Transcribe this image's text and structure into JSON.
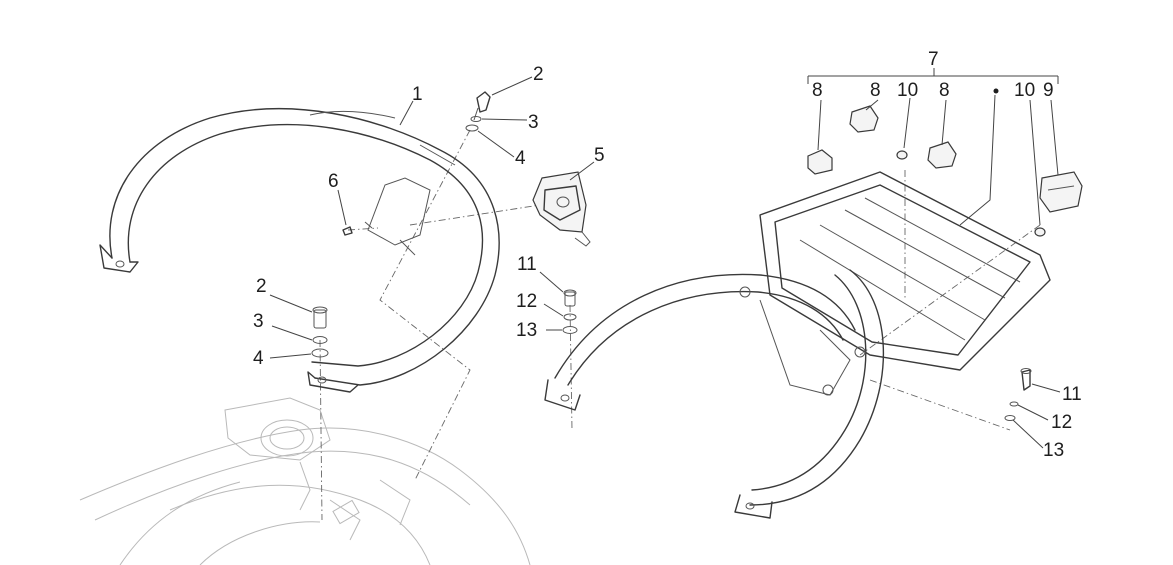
{
  "callouts": {
    "c1": "1",
    "c2a": "2",
    "c3a": "3",
    "c4a": "4",
    "c5": "5",
    "c6": "6",
    "c2b": "2",
    "c3b": "3",
    "c4b": "4",
    "c11a": "11",
    "c12a": "12",
    "c13a": "13",
    "c7": "7",
    "c8a": "8",
    "c8b": "8",
    "c10a": "10",
    "c8c": "8",
    "c10b": "10",
    "c9": "9",
    "c11b": "11",
    "c12b": "12",
    "c13b": "13"
  }
}
